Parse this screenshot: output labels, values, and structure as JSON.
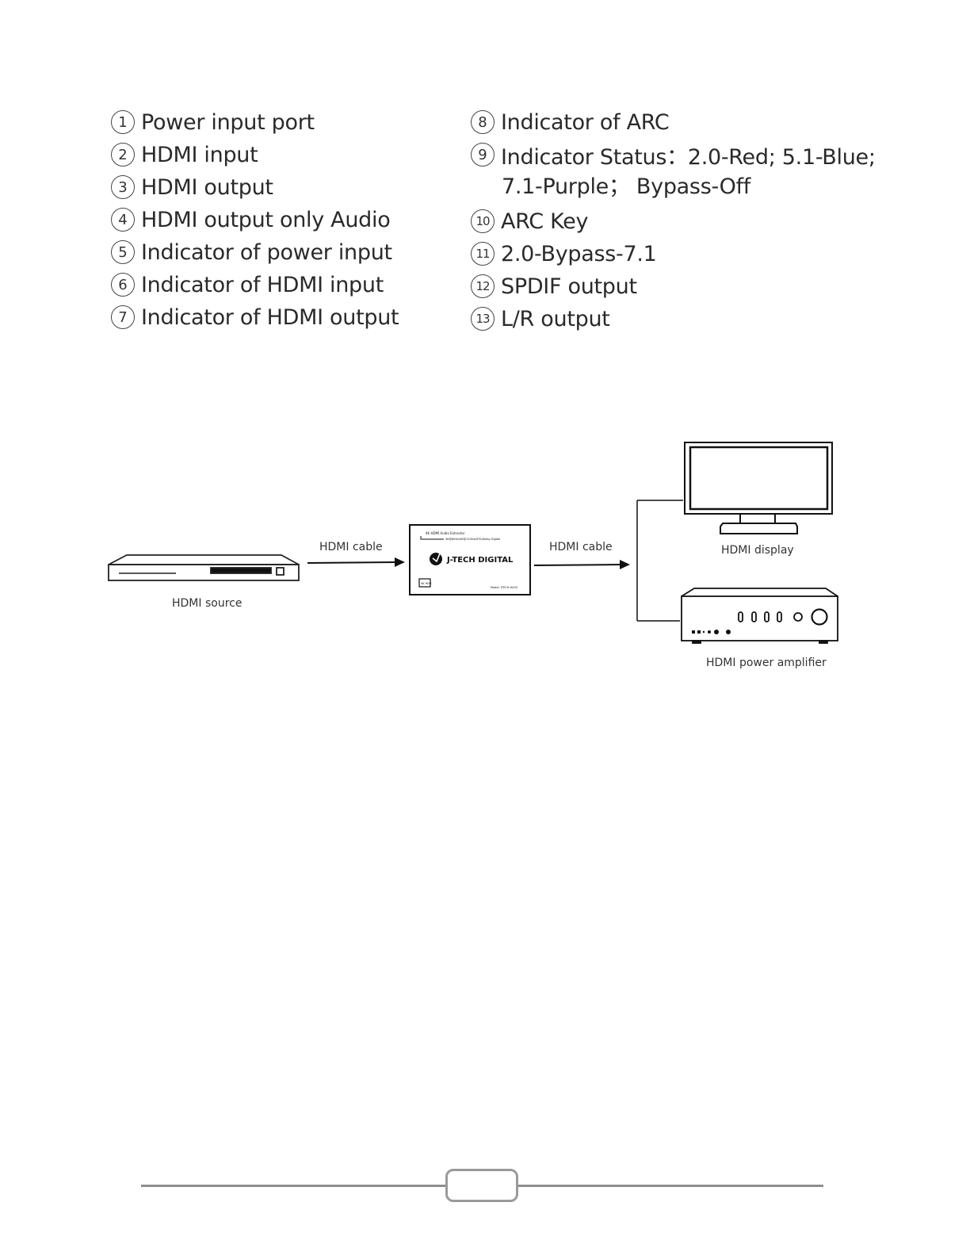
{
  "legend": {
    "left": [
      {
        "num": "1",
        "text": "Power input port"
      },
      {
        "num": "2",
        "text": "HDMI input"
      },
      {
        "num": "3",
        "text": "HDMI output"
      },
      {
        "num": "4",
        "text": "HDMI output only Audio"
      },
      {
        "num": "5",
        "text": "Indicator of power input"
      },
      {
        "num": "6",
        "text": "Indicator of HDMI input"
      },
      {
        "num": "7",
        "text": "Indicator of HDMI output"
      }
    ],
    "right": [
      {
        "num": "8",
        "text": "Indicator of ARC"
      },
      {
        "num": "9",
        "text": "Indicator Status：2.0-Red; 5.1-Blue;",
        "continuation": "7.1-Purple；  Bypass-Off"
      },
      {
        "num": "10",
        "text": "ARC Key"
      },
      {
        "num": "11",
        "text": "2.0-Bypass-7.1"
      },
      {
        "num": "12",
        "text": "SPDIF output"
      },
      {
        "num": "13",
        "text": "L/R output"
      }
    ]
  },
  "diagram": {
    "source_label": "HDMI source",
    "cable1_label": "HDMI cable",
    "cable2_label": "HDMI cable",
    "display_label": "HDMI display",
    "amplifier_label": "HDMI power amplifier",
    "extractor": {
      "brand": "J-TECH DIGITAL",
      "top_line1": "4K HDMI Audio Extractor",
      "top_line2": "4K@60Hz/4K@120Hz/DTS/Dolby Digital",
      "badge": "4K HDR",
      "model": "Model: JTECH-HA30"
    }
  }
}
